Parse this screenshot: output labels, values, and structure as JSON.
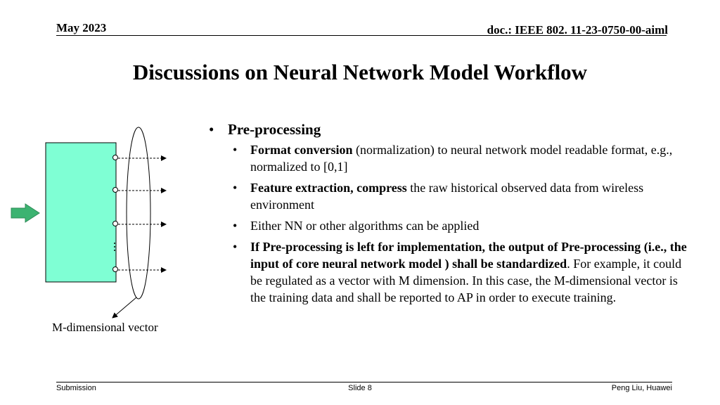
{
  "header": {
    "date": "May 2023",
    "doc_id": "doc.: IEEE 802. 11-23-0750-00-aiml"
  },
  "title": "Discussions on Neural Network Model Workflow",
  "diagram": {
    "label": "M-dimensional vector",
    "colors": {
      "box_fill": "#7fffd4",
      "arrow_fill": "#3cb371"
    }
  },
  "content": {
    "main_bullet": "Pre-processing",
    "sub_bullets": [
      {
        "bold": "Format conversion",
        "text": " (normalization) to neural network model readable format, e.g., normalized to [0,1]",
        "tail": ""
      },
      {
        "bold": "Feature extraction, compress",
        "text": " the raw historical observed data from wireless environment",
        "tail": ""
      },
      {
        "bold": "",
        "text": "Either NN or other algorithms can be applied",
        "tail": ""
      },
      {
        "bold": "If Pre-processing is left for implementation, the output of Pre-processing (i.e., the input of core neural network model ) shall be standardized",
        "text": ". For example, it could be regulated as a vector with M dimension. In this case, the M-dimensional vector is the training data and shall be reported to AP in order to execute training.",
        "tail": ""
      }
    ]
  },
  "footer": {
    "left": "Submission",
    "center": "Slide 8",
    "right": "Peng Liu, Huawei"
  }
}
